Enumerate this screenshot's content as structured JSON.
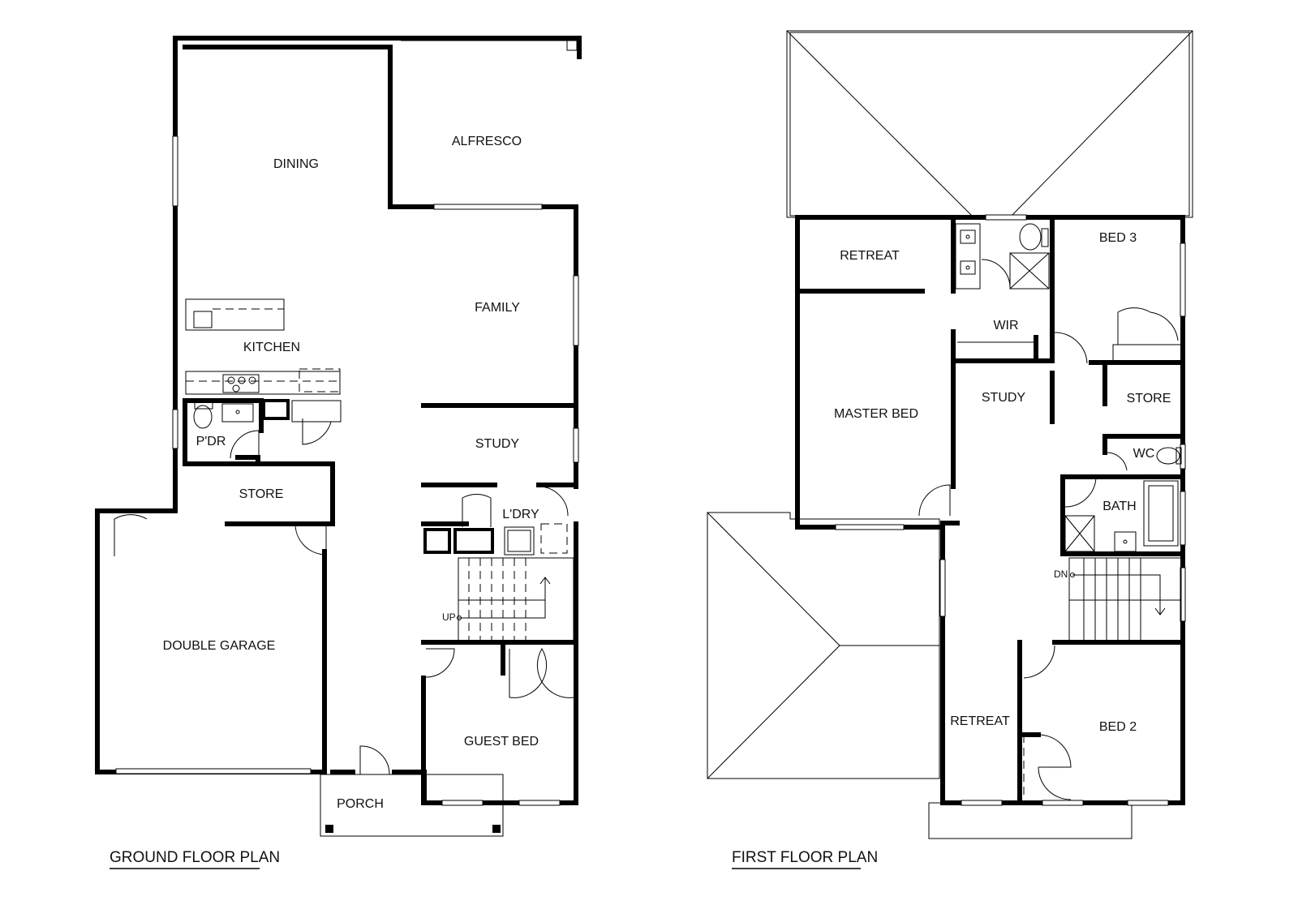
{
  "plans": [
    {
      "title": "GROUND FLOOR PLAN",
      "rooms": {
        "dining": "DINING",
        "alfresco": "ALFRESCO",
        "family": "FAMILY",
        "kitchen": "KITCHEN",
        "powder": "P'DR",
        "study": "STUDY",
        "store": "STORE",
        "laundry": "L'DRY",
        "double_garage": "DOUBLE GARAGE",
        "guest_bed": "GUEST BED",
        "porch": "PORCH"
      },
      "stair_label": "UP"
    },
    {
      "title": "FIRST FLOOR PLAN",
      "rooms": {
        "retreat_top": "RETREAT",
        "wir": "WIR",
        "bed3": "BED 3",
        "master_bed": "MASTER BED",
        "study": "STUDY",
        "store": "STORE",
        "wc": "WC",
        "bath": "BATH",
        "retreat_bottom": "RETREAT",
        "bed2": "BED 2"
      },
      "stair_label": "DN"
    }
  ]
}
